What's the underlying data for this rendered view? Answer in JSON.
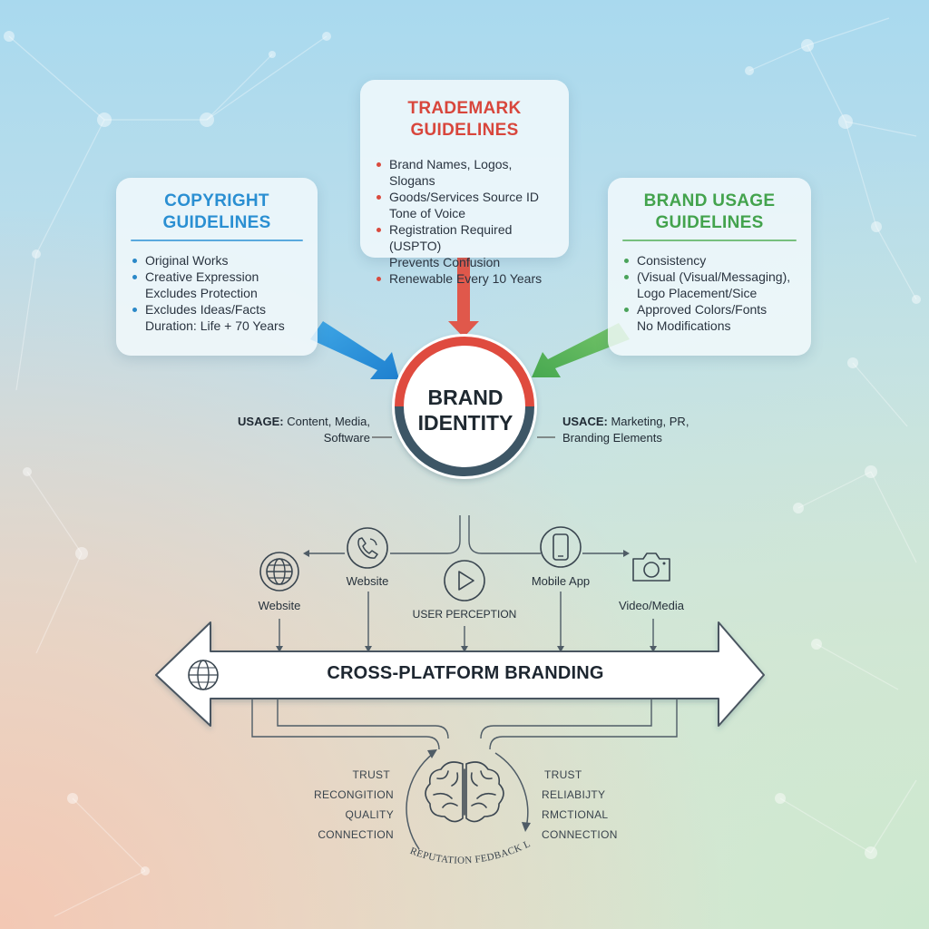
{
  "cards": {
    "copyright": {
      "title_line1": "COPYRIGHT",
      "title_line2": "GUIDELINES",
      "items": [
        {
          "text": "Original Works",
          "bullet": true
        },
        {
          "text": "Creative Expression",
          "bullet": true
        },
        {
          "text": "Excludes Protection",
          "bullet": false
        },
        {
          "text": "Excludes Ideas/Facts",
          "bullet": true
        },
        {
          "text": "Duration: Life + 70 Years",
          "bullet": false
        }
      ]
    },
    "trademark": {
      "title_line1": "TRADEMARK",
      "title_line2": "GUIDELINES",
      "items": [
        {
          "text": "Brand Names, Logos, Slogans",
          "bullet": true
        },
        {
          "text": "Goods/Services Source ID",
          "bullet": true
        },
        {
          "text": "Tone of Voice",
          "bullet": false
        },
        {
          "text": "Registration Required (USPTO)",
          "bullet": true
        },
        {
          "text": "Prevents Confusion",
          "bullet": false
        },
        {
          "text": "Renewable Every 10 Years",
          "bullet": true
        }
      ]
    },
    "usage": {
      "title_line1": "BRAND USAGE",
      "title_line2": "GUIDELINES",
      "items": [
        {
          "text": "Consistency",
          "bullet": true
        },
        {
          "text": "(Visual (Visual/Messaging),",
          "bullet": true
        },
        {
          "text": "Logo Placement/Sice",
          "bullet": false
        },
        {
          "text": "Approved Colors/Fonts",
          "bullet": true
        },
        {
          "text": "No Modifications",
          "bullet": false
        }
      ]
    }
  },
  "core": {
    "line1": "BRAND",
    "line2": "IDENTITY"
  },
  "captions": {
    "left_bold": "USAGE:",
    "left_rest": " Content, Media,",
    "left_line2": "Software",
    "right_bold": "USACE:",
    "right_rest": " Marketing, PR,",
    "right_line2": "Branding Elements"
  },
  "platforms": {
    "website_left": "Website",
    "website_phone": "Website",
    "user_perception": "USER PERCEPTION",
    "mobile_app": "Mobile App",
    "video_media": "Video/Media"
  },
  "arrow_title": "CROSS-PLATFORM BRANDING",
  "feedback": {
    "left": [
      "TRUST",
      "RECONGITION",
      "QUALITY",
      "CONNECTION"
    ],
    "right": [
      "TRUST",
      "RELIABIJTY",
      "RMCTIONAL",
      "CONNECTION"
    ],
    "loop_label": "REPUTATION FEDBACK LOOP"
  },
  "colors": {
    "copyright": "#2a8fd2",
    "trademark": "#d8463c",
    "usage": "#43a34d",
    "core_dark": "#3d5666"
  },
  "icons": [
    "globe-icon",
    "phone-icon",
    "play-icon",
    "mobile-icon",
    "camera-icon",
    "brain-icon"
  ]
}
